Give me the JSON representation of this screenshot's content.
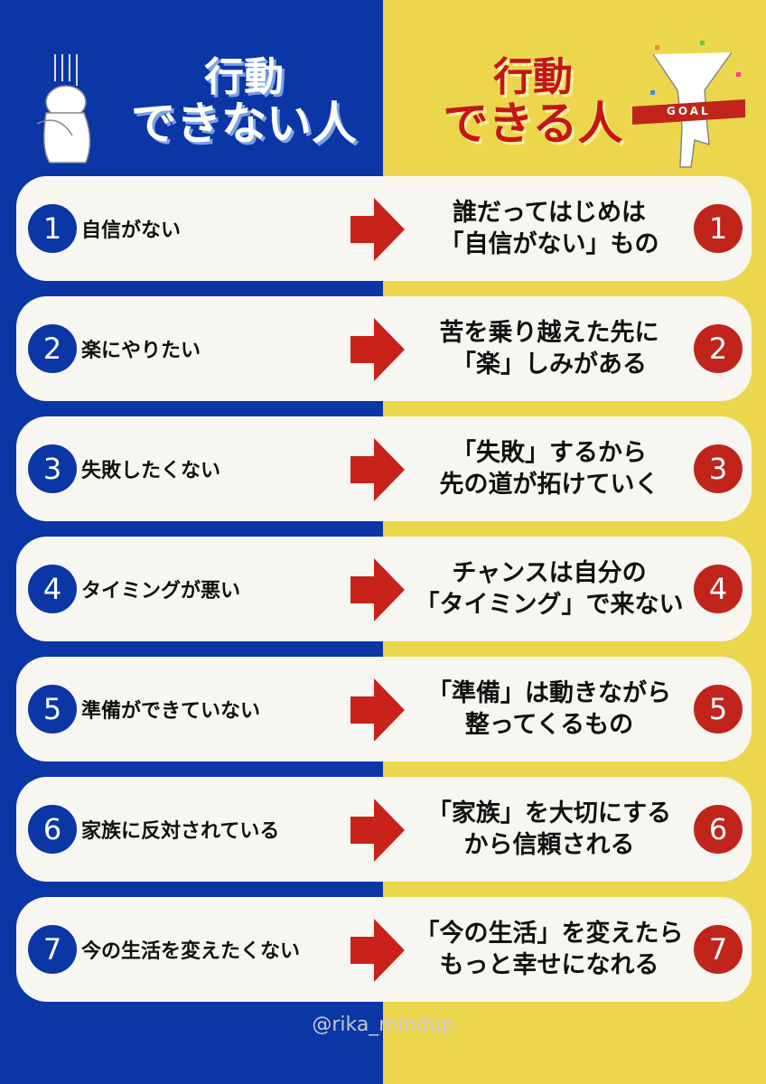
{
  "header": {
    "left_line1": "行動",
    "left_line2": "できない人",
    "right_line1": "行動",
    "right_line2": "できる人",
    "goal_tape": "GOAL"
  },
  "rows": [
    {
      "num": "1",
      "left": "自信がない",
      "right1": "誰だってはじめは",
      "right2": "「自信がない」もの"
    },
    {
      "num": "2",
      "left": "楽にやりたい",
      "right1": "苦を乗り越えた先に",
      "right2": "「楽」しみがある"
    },
    {
      "num": "3",
      "left": "失敗したくない",
      "right1": "「失敗」するから",
      "right2": "先の道が拓けていく"
    },
    {
      "num": "4",
      "left": "タイミングが悪い",
      "right1": "チャンスは自分の",
      "right2": "「タイミング」で来ない"
    },
    {
      "num": "5",
      "left": "準備ができていない",
      "right1": "「準備」は動きながら",
      "right2": "整ってくるもの"
    },
    {
      "num": "6",
      "left": "家族に反対されている",
      "right1": "「家族」を大切にする",
      "right2": "から信頼される"
    },
    {
      "num": "7",
      "left": "今の生活を変えたくない",
      "right1": "「今の生活」を変えたら",
      "right2": "もっと幸せになれる"
    }
  ],
  "watermark": "@rika_mindup",
  "colors": {
    "blue": "#0a36a6",
    "yellow": "#ecd64c",
    "red": "#c0241b"
  }
}
